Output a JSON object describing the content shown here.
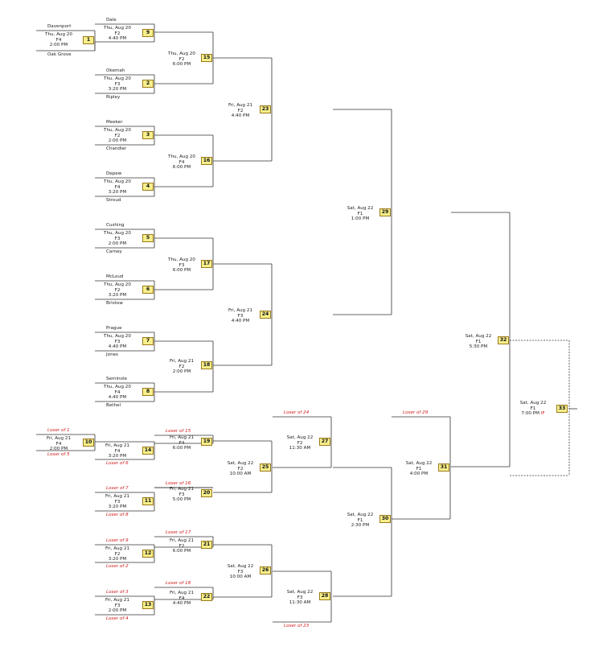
{
  "games": {
    "1": {
      "info": [
        "Thu, Aug 20",
        "F4",
        "2:00 PM"
      ],
      "top": "Davenport",
      "bottom": "Oak Grove"
    },
    "2": {
      "info": [
        "Thu, Aug 20",
        "F3",
        "3:20 PM"
      ],
      "top": "Okemah",
      "bottom": "Ripley"
    },
    "3": {
      "info": [
        "Thu, Aug 20",
        "F2",
        "2:00 PM"
      ],
      "top": "Meeker",
      "bottom": "Chandler"
    },
    "4": {
      "info": [
        "Thu, Aug 20",
        "F4",
        "3:20 PM"
      ],
      "top": "Depew",
      "bottom": "Stroud"
    },
    "5": {
      "info": [
        "Thu, Aug 20",
        "F3",
        "2:00 PM"
      ],
      "top": "Cushing",
      "bottom": "Carney"
    },
    "6": {
      "info": [
        "Thu, Aug 20",
        "F2",
        "3:20 PM"
      ],
      "top": "McLoud",
      "bottom": "Bristow"
    },
    "7": {
      "info": [
        "Thu, Aug 20",
        "F3",
        "4:40 PM"
      ],
      "top": "Prague",
      "bottom": "Jones"
    },
    "8": {
      "info": [
        "Thu, Aug 20",
        "F4",
        "4:40 PM"
      ],
      "top": "Seminole",
      "bottom": "Bethel"
    },
    "9": {
      "info": [
        "Thu, Aug 20",
        "F2",
        "4:40 PM"
      ],
      "top": "Dale",
      "bottom": ""
    },
    "10": {
      "info": [
        "Fri, Aug 21",
        "F4",
        "2:00 PM"
      ],
      "top": "Loser of 1",
      "bottom": "Loser of 5"
    },
    "11": {
      "info": [
        "Fri, Aug 21",
        "F3",
        "3:20 PM"
      ],
      "top": "Loser of 7",
      "bottom": "Loser of 8"
    },
    "12": {
      "info": [
        "Fri, Aug 21",
        "F2",
        "3:20 PM"
      ],
      "top": "Loser of 9",
      "bottom": "Loser of 2"
    },
    "13": {
      "info": [
        "Fri, Aug 21",
        "F3",
        "2:00 PM"
      ],
      "top": "Loser of 3",
      "bottom": "Loser of 4"
    },
    "14": {
      "info": [
        "Fri, Aug 21",
        "F4",
        "3:20 PM"
      ],
      "top": "",
      "bottom": "Loser of 6"
    },
    "15": {
      "info": [
        "Thu, Aug 20",
        "F2",
        "6:00 PM"
      ]
    },
    "16": {
      "info": [
        "Thu, Aug 20",
        "F4",
        "6:00 PM"
      ]
    },
    "17": {
      "info": [
        "Thu, Aug 20",
        "F3",
        "6:00 PM"
      ]
    },
    "18": {
      "info": [
        "Fri, Aug 21",
        "F2",
        "2:00 PM"
      ]
    },
    "19": {
      "info": [
        "Fri, Aug 21",
        "F4",
        "6:00 PM"
      ],
      "top": "Loser of 15"
    },
    "20": {
      "info": [
        "Fri, Aug 21",
        "F3",
        "5:00 PM"
      ],
      "top": "Loser of 16"
    },
    "21": {
      "info": [
        "Fri, Aug 21",
        "F2",
        "6:00 PM"
      ],
      "top": "Loser of 17"
    },
    "22": {
      "info": [
        "Fri, Aug 21",
        "F4",
        "4:40 PM"
      ],
      "top": "Loser of 18"
    },
    "23": {
      "info": [
        "Fri, Aug 21",
        "F2",
        "4:40 PM"
      ]
    },
    "24": {
      "info": [
        "Fri, Aug 21",
        "F3",
        "4:40 PM"
      ]
    },
    "25": {
      "info": [
        "Sat, Aug 22",
        "F2",
        "10:00 AM"
      ]
    },
    "26": {
      "info": [
        "Sat, Aug 22",
        "F3",
        "10:00 AM"
      ]
    },
    "27": {
      "info": [
        "Sat, Aug 22",
        "F2",
        "11:30 AM"
      ],
      "top": "Loser of 24"
    },
    "28": {
      "info": [
        "Sat, Aug 22",
        "F3",
        "11:30 AM"
      ],
      "bottom": "Loser of 23"
    },
    "29": {
      "info": [
        "Sat, Aug 22",
        "F1",
        "1:00 PM"
      ]
    },
    "30": {
      "info": [
        "Sat, Aug 22",
        "F1",
        "2:30 PM"
      ]
    },
    "31": {
      "info": [
        "Sat, Aug 22",
        "F1",
        "4:00 PM"
      ],
      "top": "Loser of 29"
    },
    "32": {
      "info": [
        "Sat, Aug 22",
        "F1",
        "5:30 PM"
      ]
    },
    "33": {
      "info": [
        "Sat, Aug 22",
        "F1",
        "7:00 PM"
      ],
      "if_marker": "IF"
    }
  }
}
